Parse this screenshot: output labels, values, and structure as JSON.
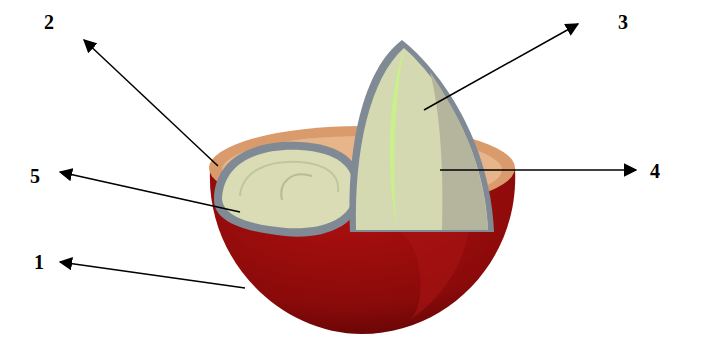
{
  "diagram": {
    "labels": [
      "2",
      "3",
      "5",
      "4",
      "1"
    ]
  }
}
